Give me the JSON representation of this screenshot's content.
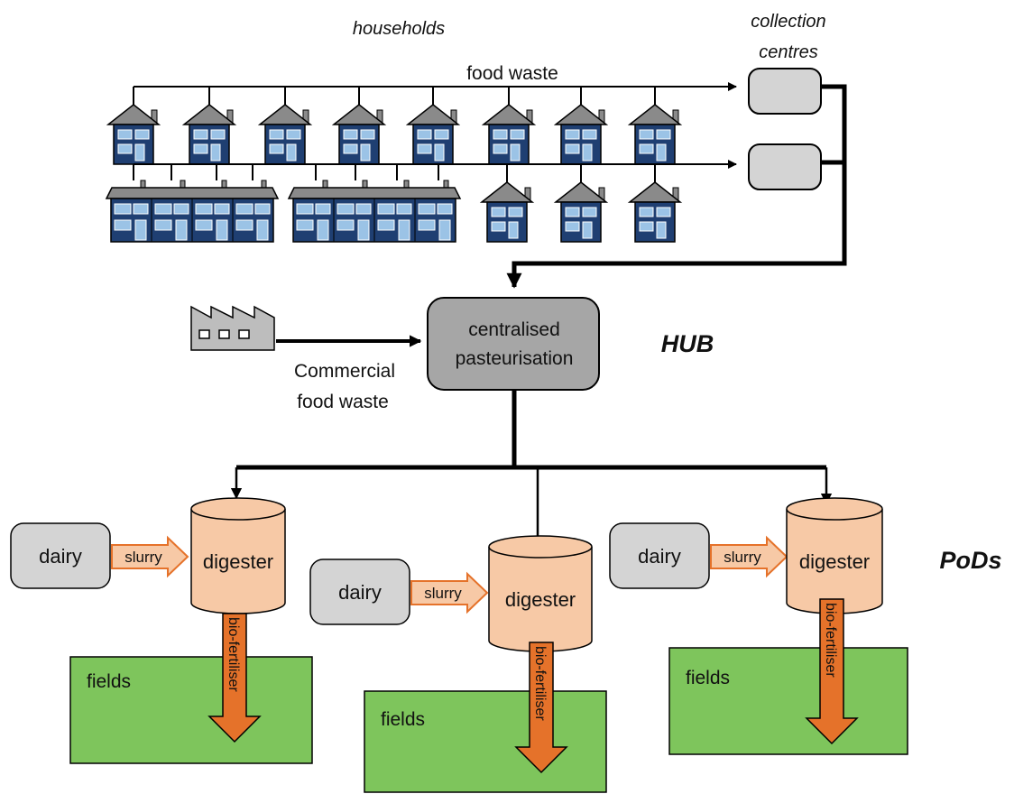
{
  "labels": {
    "households": "households",
    "collection_centres_line1": "collection",
    "collection_centres_line2": "centres",
    "food_waste": "food waste",
    "hub_box_line1": "centralised",
    "hub_box_line2": "pasteurisation",
    "hub": "HUB",
    "commercial_line1": "Commercial",
    "commercial_line2": "food waste",
    "pods": "PoDs"
  },
  "pods": [
    {
      "dairy": "dairy",
      "slurry": "slurry",
      "digester": "digester",
      "biofertiliser": "bio-fertiliser",
      "fields": "fields"
    },
    {
      "dairy": "dairy",
      "slurry": "slurry",
      "digester": "digester",
      "biofertiliser": "bio-fertiliser",
      "fields": "fields"
    },
    {
      "dairy": "dairy",
      "slurry": "slurry",
      "digester": "digester",
      "biofertiliser": "bio-fertiliser",
      "fields": "fields"
    }
  ],
  "colors": {
    "house_fill": "#1f3f72",
    "house_roof": "#8a8a8a",
    "window": "#9bc3e6",
    "grey_box": "#d4d4d4",
    "hub_box": "#a6a6a6",
    "digester": "#f7c9a6",
    "slurry_arrow": "#f7c9a6",
    "biofert_arrow": "#e5722a",
    "fields": "#7ec55c"
  }
}
